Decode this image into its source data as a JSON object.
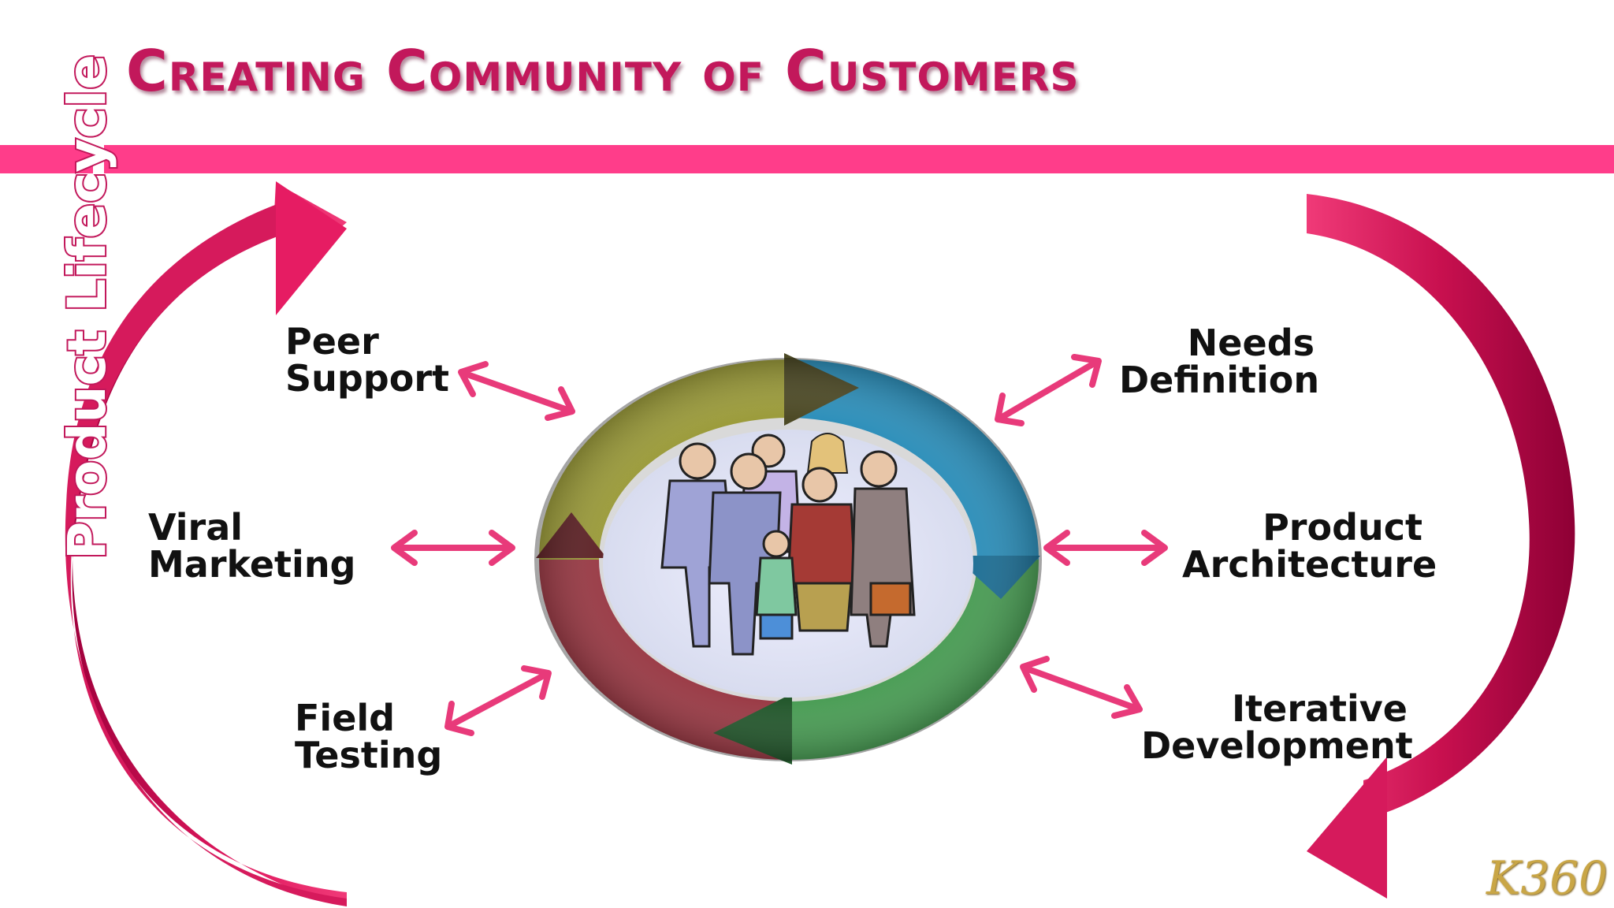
{
  "title": "Creating Community of Customers",
  "side_label": "Product Lifecycle",
  "items_left": [
    {
      "line1": "Peer",
      "line2": "Support"
    },
    {
      "line1": "Viral",
      "line2": "Marketing"
    },
    {
      "line1": "Field",
      "line2": "Testing"
    }
  ],
  "items_right": [
    {
      "line1": "Needs",
      "line2": "Definition"
    },
    {
      "line1": "Product",
      "line2": "Architecture"
    },
    {
      "line1": "Iterative",
      "line2": "Development"
    }
  ],
  "logo": "K360",
  "colors": {
    "accent": "#c2185b",
    "bar": "#ff3d8a",
    "cycle_olive": "#8a8a2e",
    "cycle_blue": "#2a8fb8",
    "cycle_green": "#2e7d32",
    "cycle_red": "#8b2e35"
  },
  "icons": [
    "double-arrow-icon",
    "circular-arrow-icon",
    "people-group-illustration"
  ]
}
